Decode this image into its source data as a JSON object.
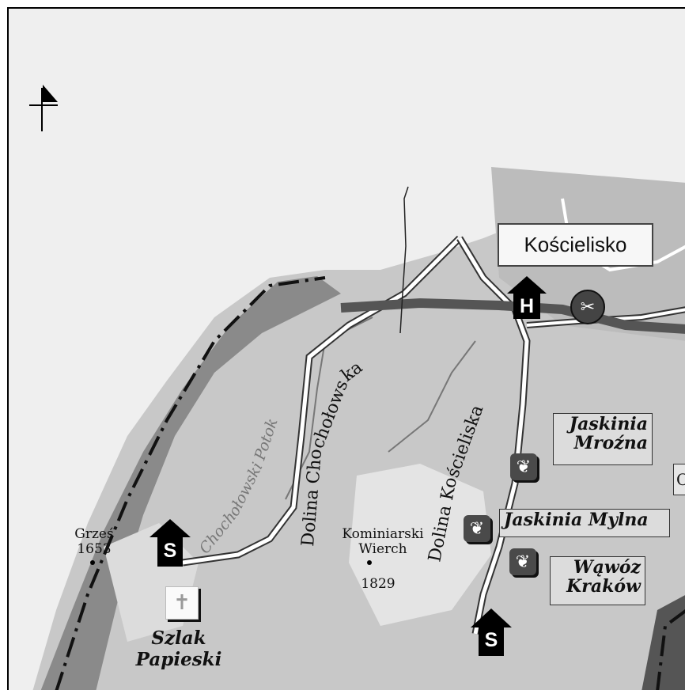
{
  "town": {
    "name": "Kościelisko"
  },
  "valleys": {
    "chocholowska": "Dolina Chochołowska",
    "koscieliska": "Dolina Kościeliska"
  },
  "stream": {
    "name": "Chochołowski Potok"
  },
  "peaks": {
    "grzes": {
      "name": "Grześ",
      "elevation": "1653"
    },
    "kominiarski": {
      "name_line1": "Kominiarski",
      "name_line2": "Wierch",
      "elevation": "1829"
    }
  },
  "caves": {
    "mrozna": {
      "line1": "Jaskinia",
      "line2": "Mroźna"
    },
    "mylna": {
      "label": "Jaskinia Mylna"
    }
  },
  "gorge": {
    "line1": "Wąwóz",
    "line2": "Kraków"
  },
  "trail": {
    "line1": "Szlak",
    "line2": "Papieski"
  },
  "edge_fragment": "C",
  "icons": {
    "hut_shelter": "S",
    "hotel": "H",
    "nature_reserve": "leaf-icon",
    "north_arrow": "north-arrow-icon",
    "papal_trail": "cross-icon",
    "scissors": "scissors-icon"
  },
  "colors": {
    "forest": "#8a8a8a",
    "meadow": "#e4e4e4",
    "road": "#ffffff",
    "stream": "#666666",
    "border": "#111111"
  }
}
